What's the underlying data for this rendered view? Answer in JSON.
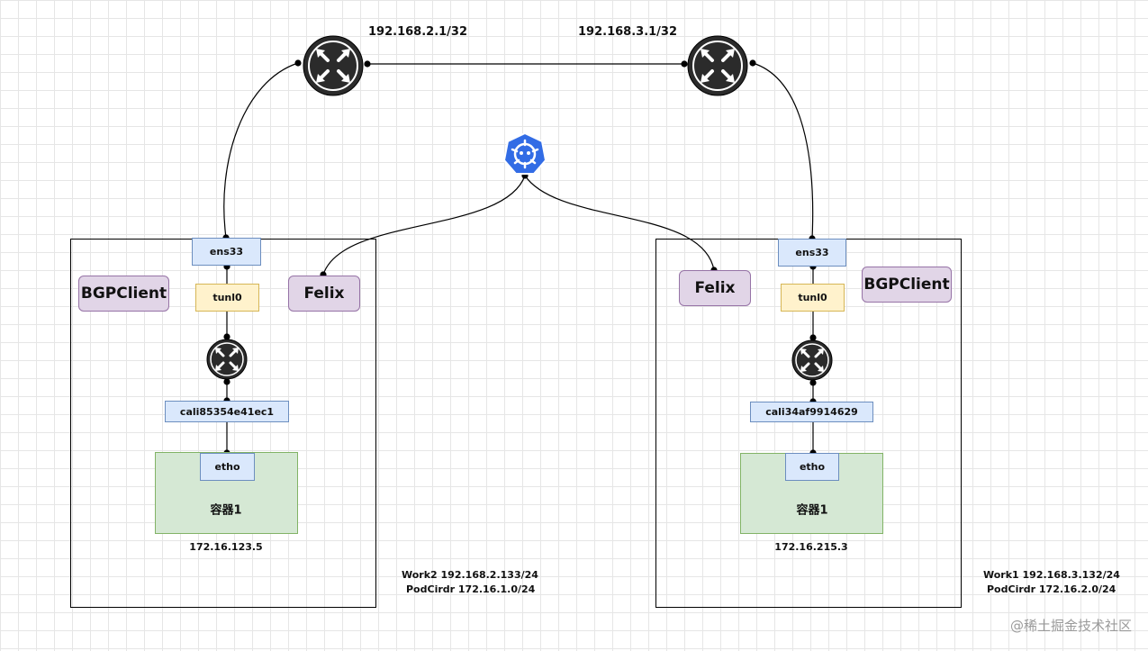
{
  "diagram": {
    "top_routers": [
      {
        "ip_label": "192.168.2.1/32"
      },
      {
        "ip_label": "192.168.3.1/32"
      }
    ],
    "center_icon": "kubernetes-helm-icon",
    "left_worker": {
      "interface": "ens33",
      "tunnel": "tunl0",
      "bgp_client": "BGPClient",
      "felix": "Felix",
      "cali": "cali85354e41ec1",
      "container_iface": "etho",
      "container_name": "容器1",
      "container_ip": "172.16.123.5",
      "info_line1": "Work2 192.168.2.133/24",
      "info_line2": "PodCirdr 172.16.1.0/24"
    },
    "right_worker": {
      "interface": "ens33",
      "tunnel": "tunl0",
      "bgp_client": "BGPClient",
      "felix": "Felix",
      "cali": "cali34af9914629",
      "container_iface": "etho",
      "container_name": "容器1",
      "container_ip": "172.16.215.3",
      "info_line1": "Work1 192.168.3.132/24",
      "info_line2": "PodCirdr 172.16.2.0/24"
    },
    "watermark": "@稀土掘金技术社区",
    "colors": {
      "interface_fill": "#dae8fc",
      "tunnel_fill": "#fff2cc",
      "agent_fill": "#e1d5e7",
      "container_fill": "#d5e8d4",
      "router_fill": "#2b2b2b",
      "k8s_blue": "#326ce5"
    }
  }
}
